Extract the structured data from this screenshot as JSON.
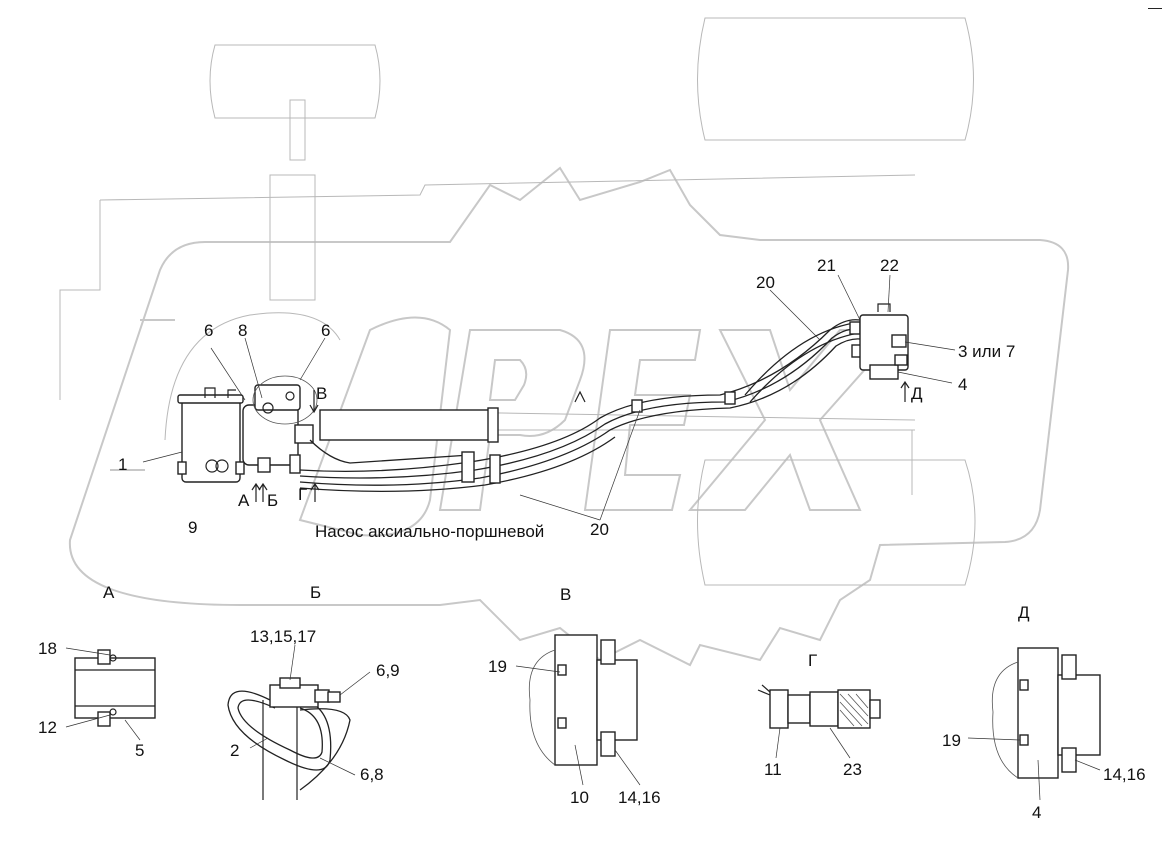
{
  "watermark": {
    "text": "OPEX"
  },
  "caption": "Насос аксиально-поршневой",
  "main_callouts": [
    "1",
    "6",
    "8",
    "6",
    "В",
    "9",
    "А",
    "Б",
    "Г",
    "20",
    "20",
    "21",
    "22",
    "3 или 7",
    "4",
    "Д"
  ],
  "views": {
    "A": {
      "title": "А",
      "callouts": [
        "18",
        "12",
        "5"
      ]
    },
    "B": {
      "title": "Б",
      "callouts": [
        "13,15,17",
        "6,9",
        "2",
        "6,8"
      ]
    },
    "V": {
      "title": "В",
      "callouts": [
        "19",
        "10",
        "14,16"
      ]
    },
    "G": {
      "title": "Г",
      "callouts": [
        "11",
        "23"
      ]
    },
    "D": {
      "title": "Д",
      "callouts": [
        "19",
        "4",
        "14,16"
      ]
    }
  }
}
